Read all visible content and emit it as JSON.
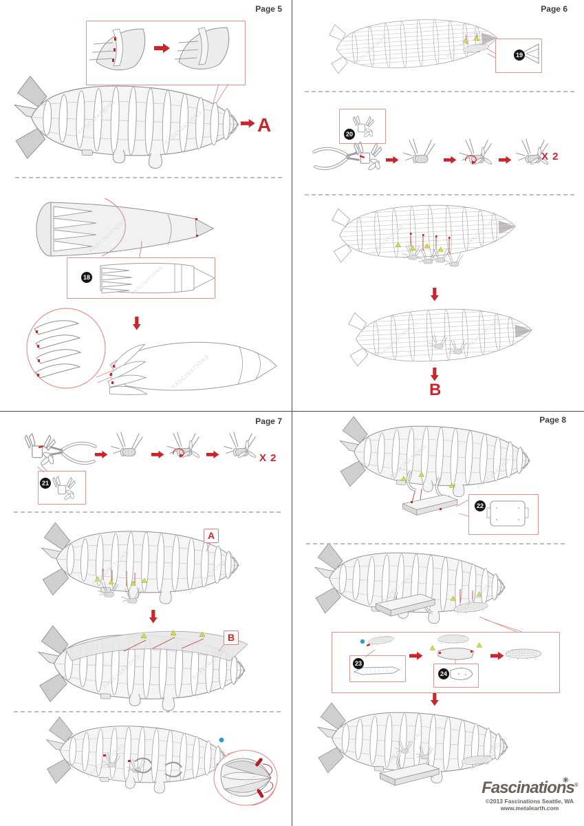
{
  "watermark": "FASCINATIONS",
  "colors": {
    "accent_red": "#c9252c",
    "callout_border": "#e0908e",
    "badge_bg": "#151515",
    "badge_text": "#ffffff",
    "triangle_marker": "#d5de4a",
    "blue_dot": "#2f9ad0",
    "line_gray": "#8f8f8f"
  },
  "page5": {
    "label": "Page 5",
    "step18": "18",
    "output_letter": "A"
  },
  "page6": {
    "label": "Page 6",
    "step19": "19",
    "step20": "20",
    "multiplier": "X 2",
    "output_letter": "B"
  },
  "page7": {
    "label": "Page 7",
    "step21": "21",
    "multiplier": "X 2",
    "callout_a": "A",
    "callout_b": "B"
  },
  "page8": {
    "label": "Page 8",
    "step22": "22",
    "step23": "23",
    "step24": "24"
  },
  "footer": {
    "brand": "Fascinations",
    "registered": "®",
    "copyright": "©2013 Fascinations Seattle, WA",
    "website": "www.metalearth.com"
  }
}
